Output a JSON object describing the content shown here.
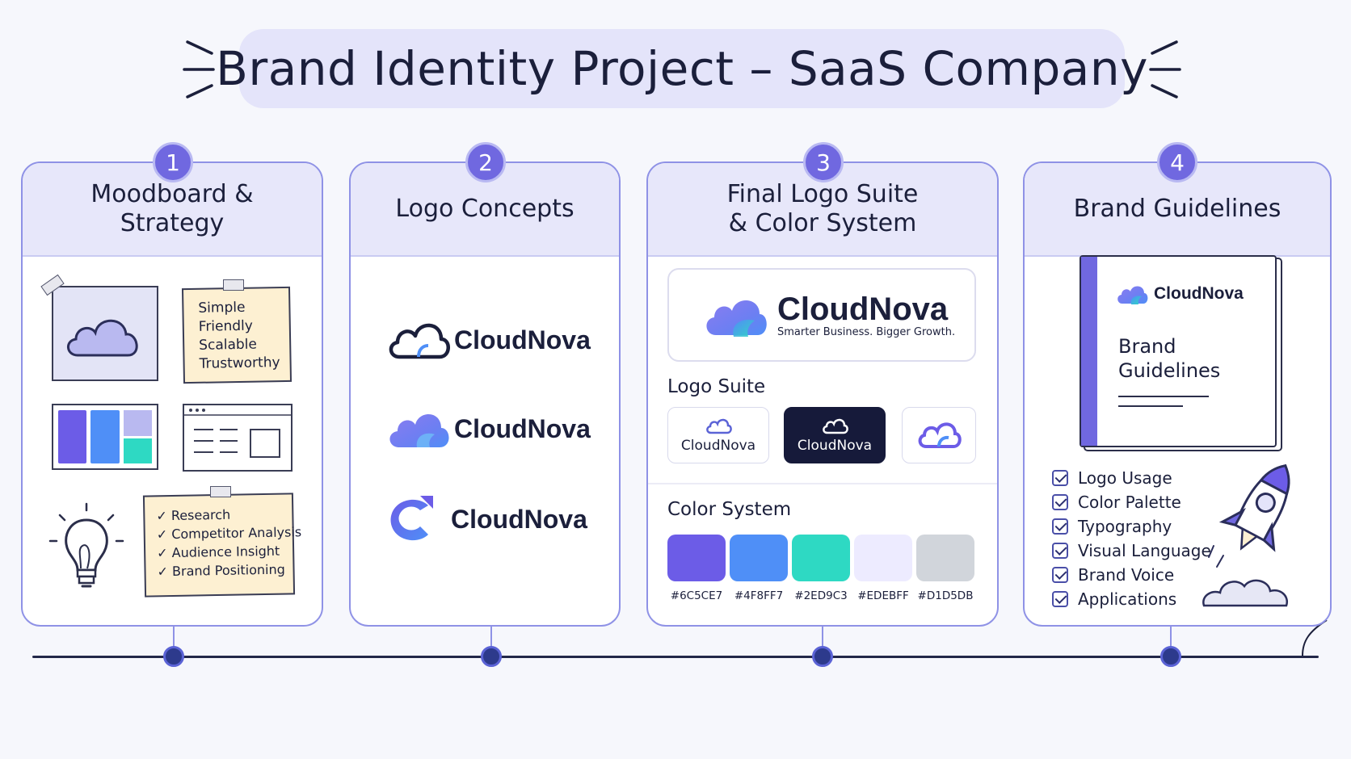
{
  "title": "Brand Identity Project – SaaS Company",
  "colors": {
    "accent": "#6C5CE7",
    "header_bg": "#E7E7FA",
    "border": "#8F92E6",
    "ink": "#1B1F3B"
  },
  "steps": [
    {
      "number": "1",
      "title": "Moodboard &\nStrategy"
    },
    {
      "number": "2",
      "title": "Logo Concepts"
    },
    {
      "number": "3",
      "title": "Final Logo Suite\n& Color System"
    },
    {
      "number": "4",
      "title": "Brand Guidelines"
    }
  ],
  "moodboard": {
    "keywords": [
      "Simple",
      "Friendly",
      "Scalable",
      "Trustworthy"
    ],
    "checklist": [
      "✓ Research",
      "✓ Competitor Analysis",
      "✓ Audience Insight",
      "✓ Brand Positioning"
    ],
    "icons": [
      "cloud-icon",
      "palette-swatches-icon",
      "wireframe-icon",
      "lightbulb-icon"
    ]
  },
  "concepts": {
    "wordmarks": [
      "CloudNova",
      "CloudNova",
      "CloudNova"
    ],
    "icons": [
      "cloud-outline-icon",
      "cloud-gradient-icon",
      "c-monogram-icon"
    ]
  },
  "final": {
    "brand": "CloudNova",
    "tagline": "Smarter Business. Bigger Growth.",
    "logo_suite_label": "Logo Suite",
    "suite": [
      "CloudNova",
      "CloudNova"
    ],
    "color_system_label": "Color System",
    "palette": [
      {
        "hex": "#6C5CE7",
        "label": "#6C5CE7"
      },
      {
        "hex": "#4F8FF7",
        "label": "#4F8FF7"
      },
      {
        "hex": "#2ED9C3",
        "label": "#2ED9C3"
      },
      {
        "hex": "#EDEBFF",
        "label": "#EDEBFF"
      },
      {
        "hex": "#D1D5DB",
        "label": "#D1D5DB"
      }
    ]
  },
  "guidelines": {
    "book_brand": "CloudNova",
    "book_title": "Brand\nGuidelines",
    "items": [
      "Logo Usage",
      "Color Palette",
      "Typography",
      "Visual Language",
      "Brand Voice",
      "Applications"
    ],
    "icons": [
      "rocket-icon",
      "checkbox-icon"
    ]
  }
}
